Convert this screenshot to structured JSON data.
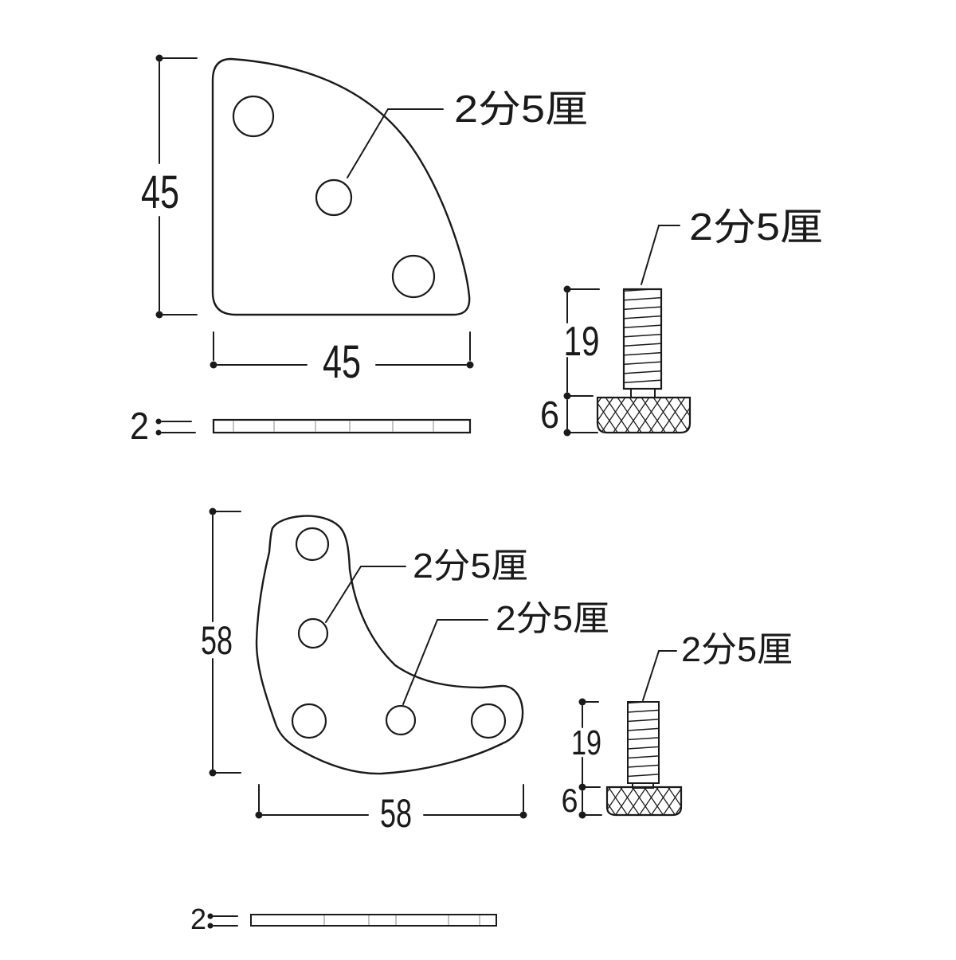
{
  "colors": {
    "line": "#1a1a1a",
    "background": "#ffffff",
    "faint_tick": "#9b9b9b"
  },
  "top_assembly": {
    "plate": {
      "height_mm": "45",
      "width_mm": "45",
      "thickness_mm": "2",
      "hole_label": "2分5厘"
    },
    "screw": {
      "label": "2分5厘",
      "thread_length_mm": "19",
      "head_height_mm": "6"
    }
  },
  "bottom_assembly": {
    "plate": {
      "height_mm": "58",
      "width_mm": "58",
      "thickness_mm": "2",
      "hole_label_upper": "2分5厘",
      "hole_label_lower": "2分5厘"
    },
    "screw": {
      "label": "2分5厘",
      "thread_length_mm": "19",
      "head_height_mm": "6"
    }
  }
}
